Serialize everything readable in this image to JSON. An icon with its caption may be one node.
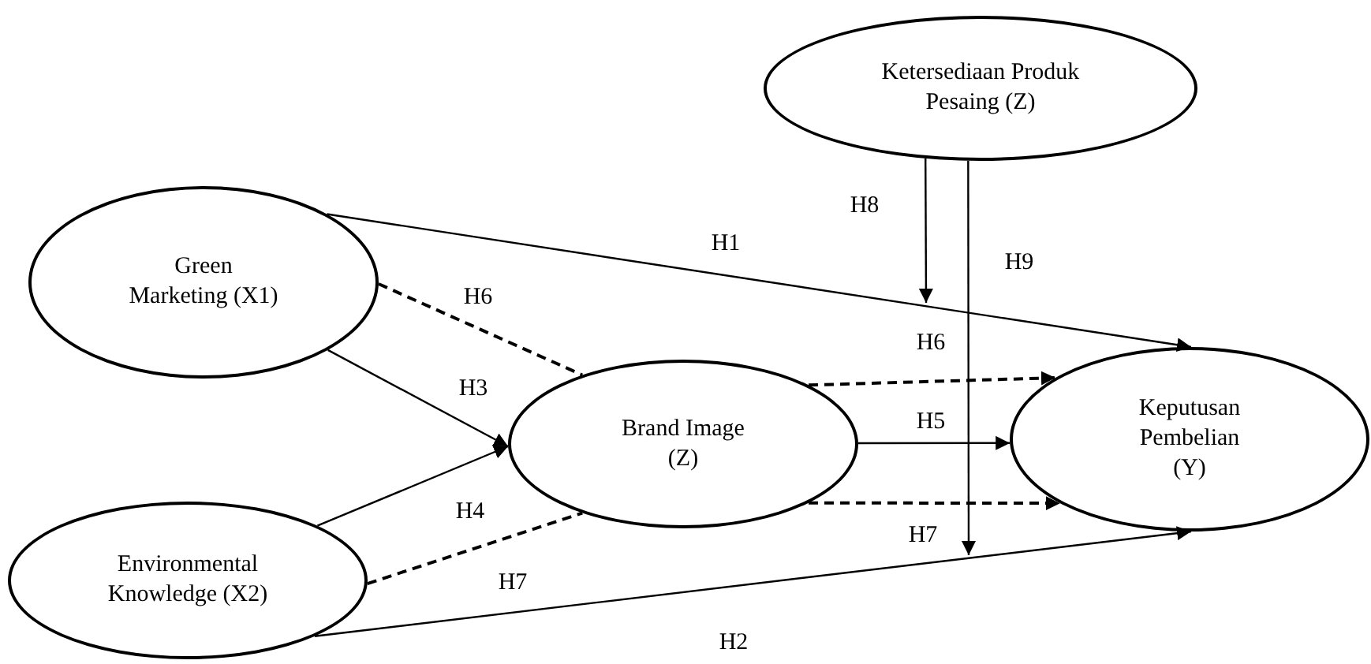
{
  "diagram": {
    "nodes": [
      {
        "text": [
          "Ketersediaan Produk Pesaing (Z)"
        ]
      },
      {
        "text": [
          "Green Marketing (X1)"
        ]
      },
      {
        "text": [
          "Brand Image (Z)"
        ]
      },
      {
        "text": [
          "Environmental Knowledge (X2)"
        ]
      },
      {
        "text": [
          "Keputusan Pembelian (Y)"
        ]
      }
    ],
    "edges": [
      {
        "from": 1,
        "to": 4,
        "arrow": "to",
        "label": "H1"
      },
      {
        "from": 3,
        "to": 4,
        "arrow": "to",
        "label": "H2"
      },
      {
        "from": 1,
        "to": 2,
        "arrow": "to",
        "label": "H3"
      },
      {
        "from": 3,
        "to": 2,
        "arrow": "to",
        "label": "H4"
      },
      {
        "from": 2,
        "to": 4,
        "arrow": "to",
        "label": "H5"
      },
      {
        "from": 1,
        "to": 2,
        "arrow": "none",
        "label": "H6",
        "style": "dashed"
      },
      {
        "from": 2,
        "to": 4,
        "arrow": "to",
        "label": "H6",
        "style": "dashed"
      },
      {
        "from": 3,
        "to": 2,
        "arrow": "none",
        "label": "H7",
        "style": "dashed"
      },
      {
        "from": 2,
        "to": 4,
        "arrow": "to",
        "label": "H7",
        "style": "dashed"
      },
      {
        "from": 0,
        "to": null,
        "arrow": "to",
        "label": "H8"
      },
      {
        "from": 0,
        "to": null,
        "arrow": "to",
        "label": "H9"
      }
    ]
  }
}
